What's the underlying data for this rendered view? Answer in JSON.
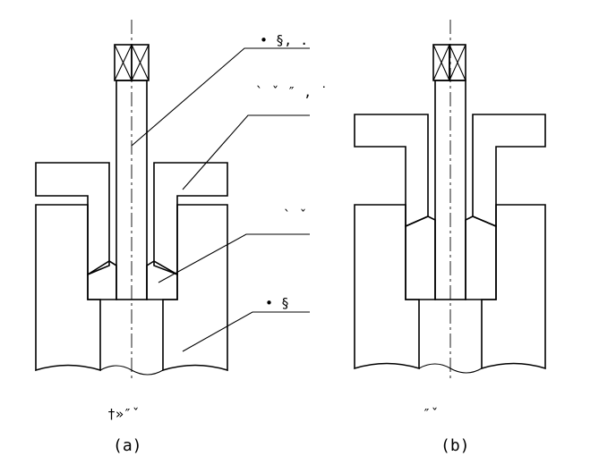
{
  "figure": {
    "callouts": {
      "punch": "• §, .",
      "sleeve": "` ˇ  ″ ,  ˙",
      "powder": "` ˇ",
      "die": "• §"
    },
    "sub_a": {
      "caption": "†»″ˇ",
      "letter": "(a)"
    },
    "sub_b": {
      "caption": "″ˇ",
      "letter": "(b)"
    }
  }
}
